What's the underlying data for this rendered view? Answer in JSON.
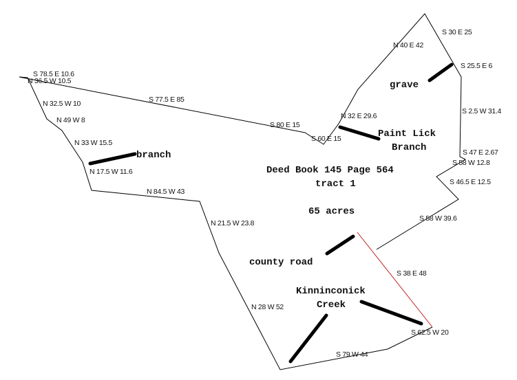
{
  "calls": {
    "c1": "S 78.5 E 10.6",
    "c2": "N 36.5 W 10.5",
    "c3": "S 77.5 E 85",
    "c4": "N 32.5 W 10",
    "c5": "N 49 W 8",
    "c6": "N 33 W 15.5",
    "c7": "N 17.5 W 11.6",
    "c8": "N 84.5 W 43",
    "c9": "N 21.5 W 23.8",
    "c10": "N 28 W 52",
    "c11": "S 80 E 15",
    "c12": "S 60 E 15",
    "c13": "N 32 E 29.6",
    "c14": "N 40 E 42",
    "c15": "S 30 E 25",
    "c16": "S 25.5 E 6",
    "c17": "S 2.5 W 31.4",
    "c18": "S 47 E 2.67",
    "c19": "S 58 W 12.8",
    "c20": "S 46.5 E 12.5",
    "c21": "S 58 W 39.6",
    "c22": "S 38 E 48",
    "c23": "S 62.5 W 20",
    "c24": "S 79 W 44"
  },
  "labels": {
    "branch": "branch",
    "grave": "grave",
    "paint_lick_1": "Paint Lick",
    "paint_lick_2": "Branch",
    "deed": "Deed Book 145 Page 564",
    "tract": "tract 1",
    "acres": "65 acres",
    "county_road": "county road",
    "creek_1": "Kinninconick",
    "creek_2": "Creek"
  },
  "colors": {
    "boundary": "#000000",
    "road_line": "#c02020"
  }
}
